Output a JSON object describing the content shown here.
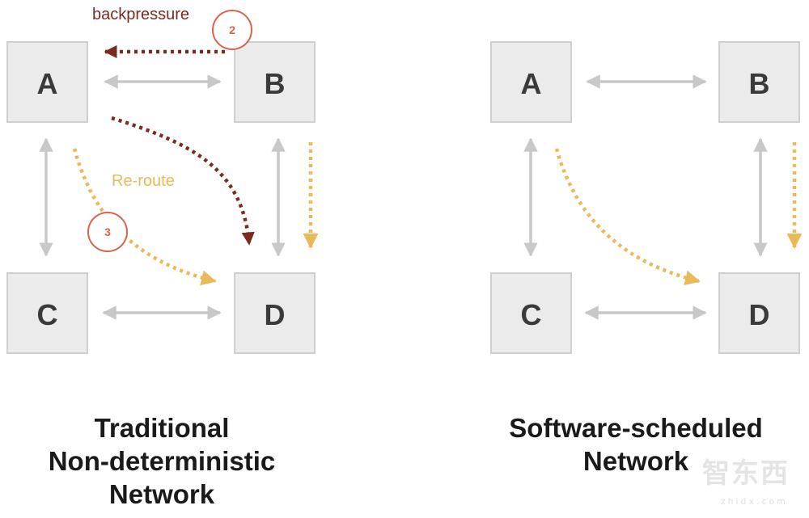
{
  "left_panel": {
    "nodes": {
      "a": "A",
      "b": "B",
      "c": "C",
      "d": "D"
    },
    "backpressure_label": "backpressure",
    "reroute_label": "Re-route",
    "step_2": "2",
    "step_3": "3",
    "caption_lines": [
      "Traditional",
      "Non-deterministic",
      "Network"
    ]
  },
  "right_panel": {
    "nodes": {
      "a": "A",
      "b": "B",
      "c": "C",
      "d": "D"
    },
    "caption_lines": [
      "Software-scheduled",
      "Network"
    ]
  },
  "watermark": {
    "text": "智东西",
    "subtext": "zhidx.com"
  },
  "colors": {
    "node_fill": "#ebebeb",
    "node_stroke": "#cfcfcf",
    "link_gray": "#c8c8c8",
    "backpressure": "#7a2a1e",
    "reroute": "#e9b95a",
    "step_circle": "#d9634f"
  }
}
